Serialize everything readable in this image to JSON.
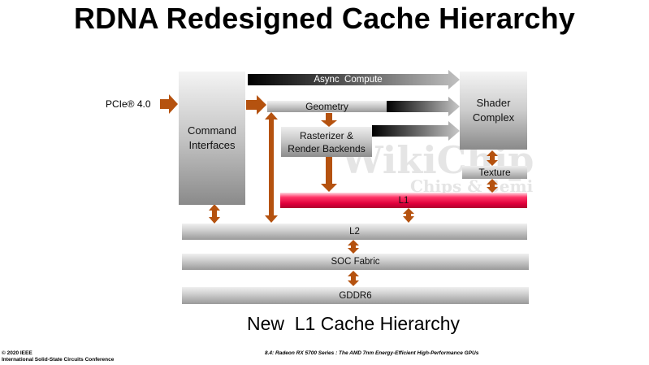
{
  "title": "RDNA Redesigned Cache Hierarchy",
  "subtitle": "New  L1 Cache Hierarchy",
  "footer": {
    "copyright": "© 2020 IEEE",
    "conference": "International Solid-State Circuits Conference",
    "paper": "8.4: Radeon RX 5700 Series : The AMD 7nm Energy-Efficient High-Performance GPUs"
  },
  "blocks": {
    "command_interfaces": "Command Interfaces",
    "shader_complex": "Shader Complex",
    "texture": "Texture",
    "geometry": "Geometry",
    "rasterizer": "Rasterizer & Render Backends",
    "async_compute": "Async  Compute",
    "pcie": "PCIe® 4.0",
    "l1": "L1",
    "l2": "L2",
    "soc_fabric": "SOC Fabric",
    "gddr6": "GDDR6"
  },
  "watermark": {
    "brand": "WikiChip",
    "tagline": "Chips & Semi"
  },
  "colors": {
    "arrow_brown": "#b5520f",
    "l1_red": "#e0003a",
    "box_grey": "#c8c8c8"
  }
}
